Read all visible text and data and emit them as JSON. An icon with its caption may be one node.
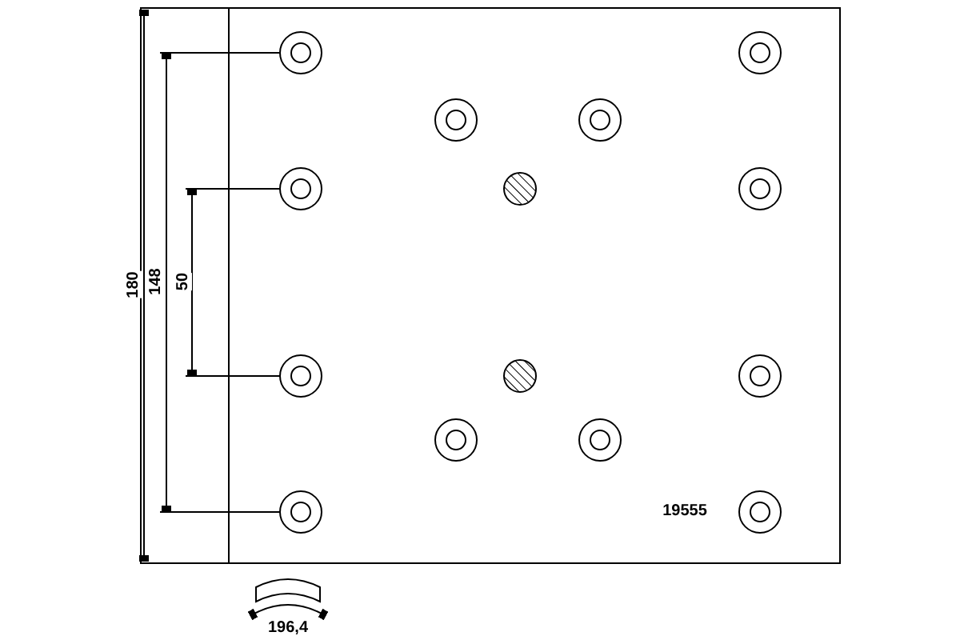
{
  "diagram": {
    "labels": [
      "180",
      "148",
      "50",
      "19555",
      "196,4"
    ]
  }
}
